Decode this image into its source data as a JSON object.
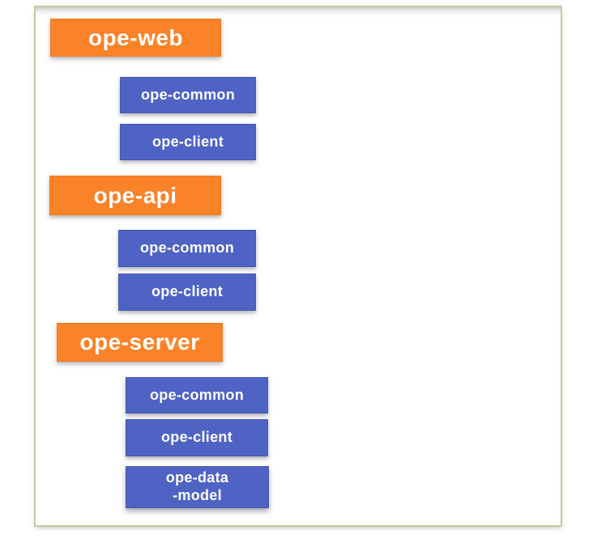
{
  "palette": {
    "canvas_bg": "#ffffff",
    "frame_border": "#c5cb9e",
    "parent_fill": "#fa8228",
    "parent_edge": "#ef7a1f",
    "child_fill": "#4f63c4",
    "child_edge": "#4456ad",
    "label_color": "#ffffff"
  },
  "modules": {
    "groups": [
      {
        "name": "ope-web",
        "dependencies": [
          {
            "name": "ope-common"
          },
          {
            "name": "ope-client"
          }
        ]
      },
      {
        "name": "ope-api",
        "dependencies": [
          {
            "name": "ope-common"
          },
          {
            "name": "ope-client"
          }
        ]
      },
      {
        "name": "ope-server",
        "dependencies": [
          {
            "name": "ope-common"
          },
          {
            "name": "ope-client"
          },
          {
            "name": "ope-data\n-model"
          }
        ]
      }
    ]
  }
}
